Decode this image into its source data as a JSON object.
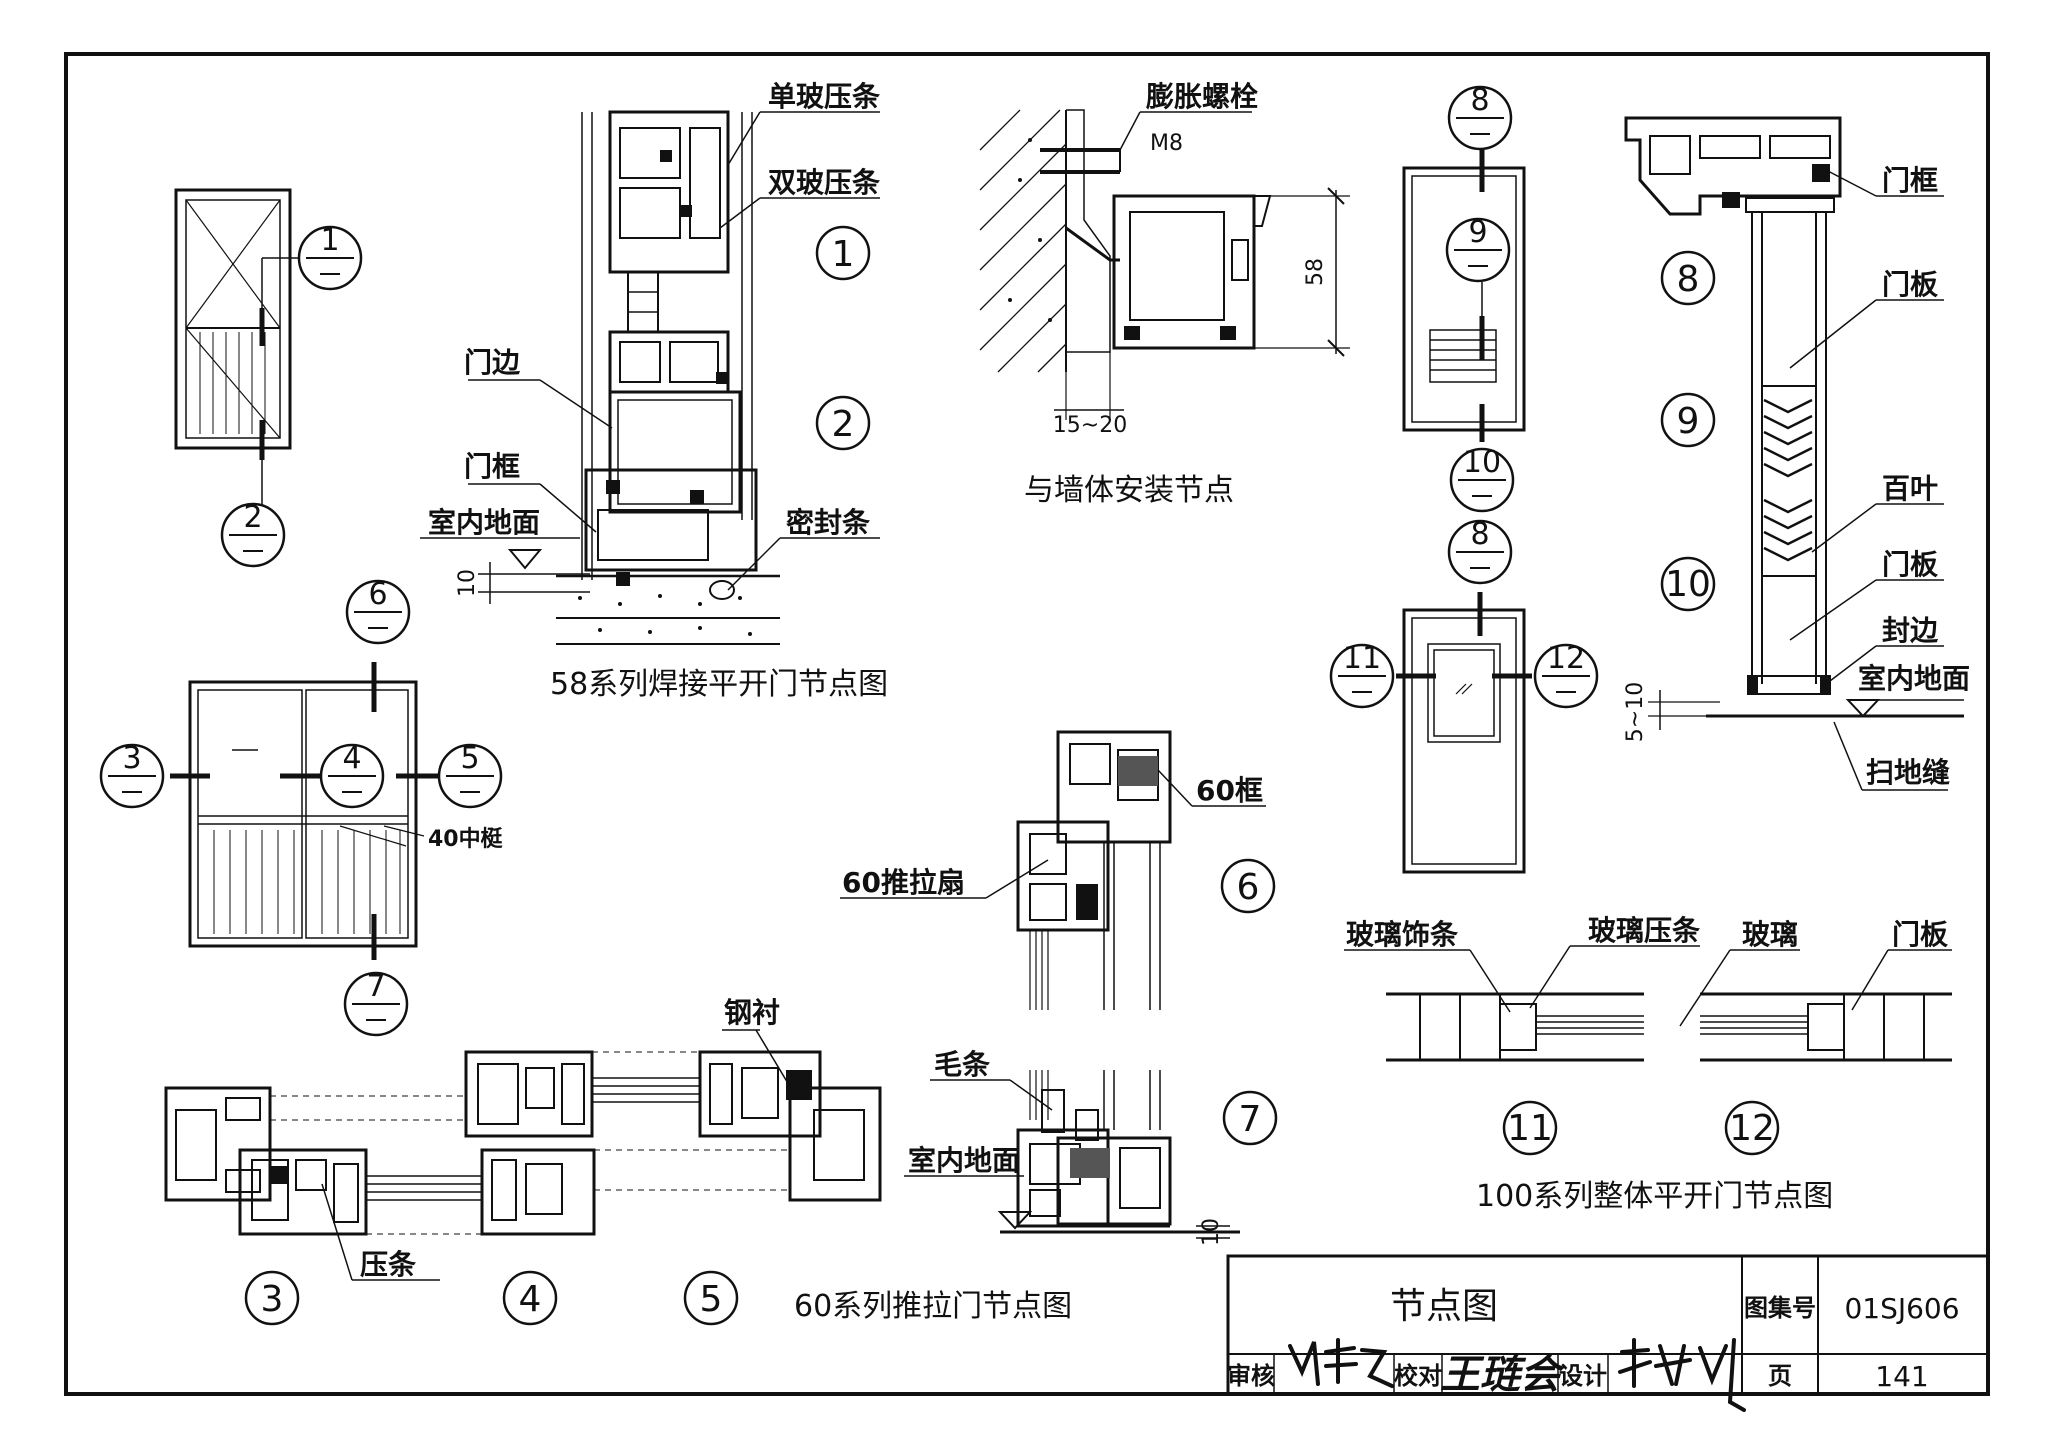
{
  "title_block": {
    "title": "节点图",
    "atlas_label": "图集号",
    "atlas_no": "01SJ606",
    "page_label": "页",
    "page_no": "141",
    "review_label": "审核",
    "check_label": "校对",
    "check_name": "王琏会",
    "design_label": "设计"
  },
  "series_58": {
    "caption": "58系列焊接平开门节点图",
    "labels": {
      "single_bead": "单玻压条",
      "double_bead": "双玻压条",
      "door_edge": "门边",
      "door_frame": "门框",
      "indoor_floor": "室内地面",
      "seal_strip": "密封条",
      "gap": "10"
    },
    "elev_refs": [
      "1",
      "2"
    ],
    "detail_nums": [
      "1",
      "2"
    ]
  },
  "wall_install": {
    "caption": "与墙体安装节点",
    "expansion_bolt": "膨胀螺栓",
    "bolt_size": "M8",
    "dim_58": "58",
    "dim_gap": "15~20"
  },
  "series_60": {
    "caption": "60系列推拉门节点图",
    "labels": {
      "mid_rail": "40中梃",
      "frame_60": "60框",
      "sash_60": "60推拉扇",
      "steel_liner": "钢衬",
      "brush": "毛条",
      "bead": "压条",
      "indoor_floor": "室内地面",
      "gap": "10"
    },
    "elev_refs": [
      "6",
      "3",
      "4",
      "5",
      "7"
    ],
    "detail_nums": [
      "3",
      "4",
      "5",
      "6",
      "7"
    ]
  },
  "series_100": {
    "caption": "100系列整体平开门节点图",
    "labels": {
      "door_frame": "门框",
      "door_panel": "门板",
      "louver": "百叶",
      "door_panel2": "门板",
      "edge_band": "封边",
      "indoor_floor": "室内地面",
      "sweep_gap": "扫地缝",
      "gap": "5~10",
      "glass_trim": "玻璃饰条",
      "glass_bead": "玻璃压条",
      "glass": "玻璃",
      "door_panel3": "门板"
    },
    "elev_refs_top": [
      "8",
      "9",
      "10"
    ],
    "elev_refs_bottom": [
      "8",
      "11",
      "12"
    ],
    "detail_nums": [
      "8",
      "9",
      "10",
      "11",
      "12"
    ]
  }
}
